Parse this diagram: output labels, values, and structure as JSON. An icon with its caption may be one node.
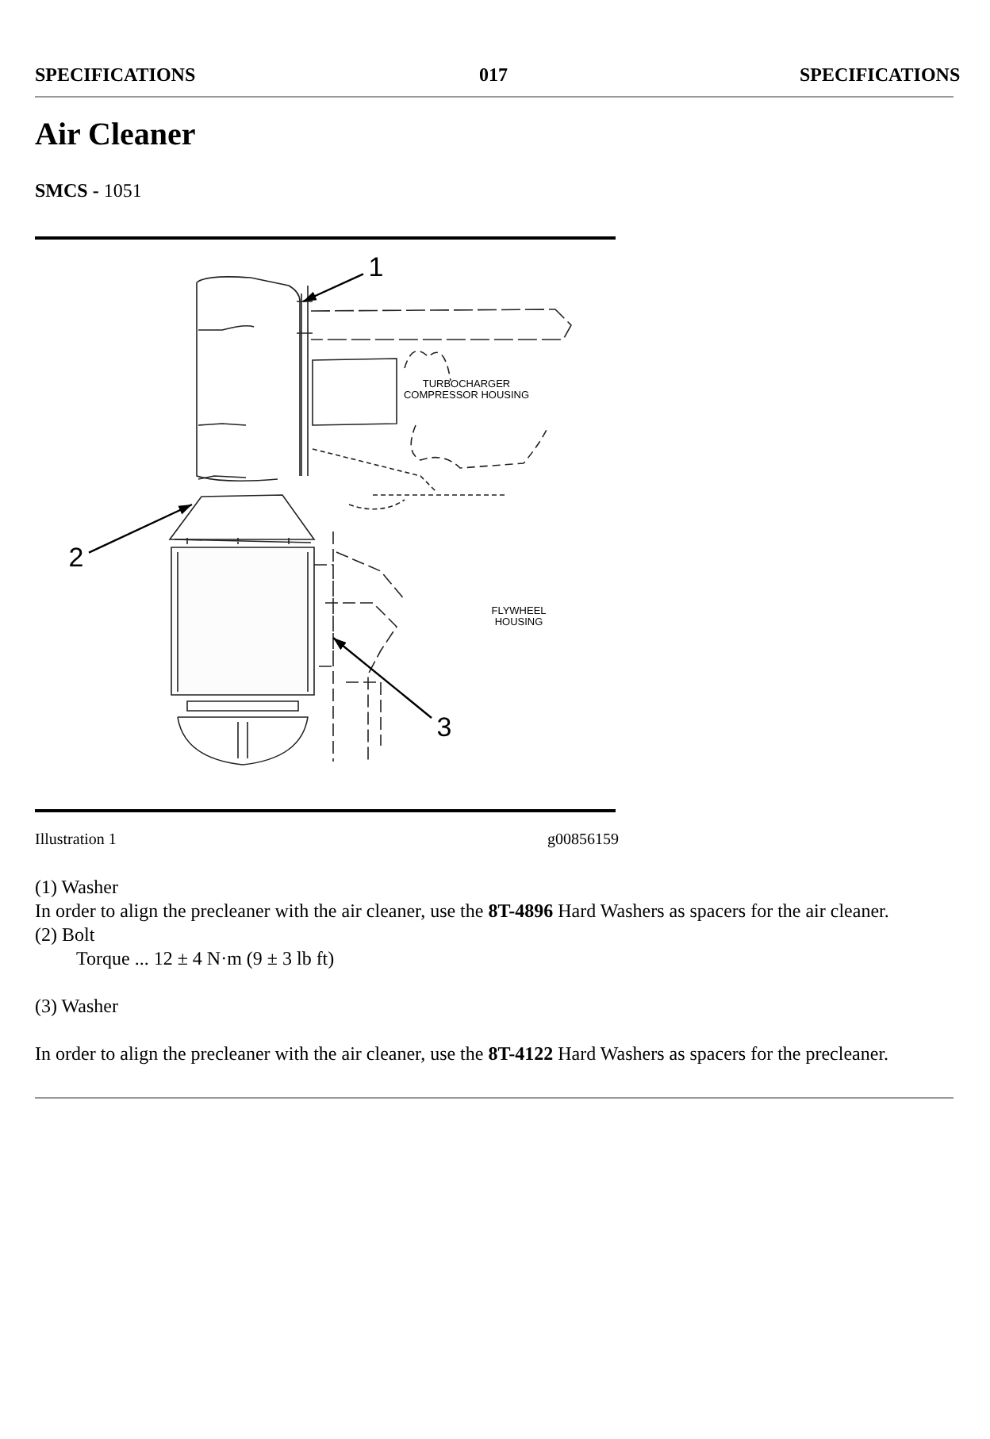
{
  "diagram": {
    "title": "Air Cleaner",
    "nodes": [
      {
        "text": [
          "1"
        ]
      },
      {
        "text": [
          "2"
        ]
      },
      {
        "text": [
          "3"
        ]
      }
    ],
    "edges": [
      {
        "from": 0,
        "to": null,
        "arrow": "to"
      },
      {
        "from": 1,
        "to": null,
        "arrow": "to"
      },
      {
        "from": 2,
        "to": null,
        "arrow": "to"
      }
    ],
    "labels": [
      "SPECIFICATIONS",
      "017",
      "SPECIFICATIONS",
      "**SMCS -** 1051",
      "TURBOCHARGER COMPRESSOR HOUSING",
      "FLYWHEEL HOUSING",
      "Illustration 1",
      "g00856159",
      "(1) Washer",
      "In order to align the precleaner with the air cleaner, use the **8T-4896** Hard Washers as spacers for the air cleaner.",
      "(2) Bolt",
      "Torque ... 12 ± 4 N·m (9 ± 3 lb ft)",
      "(3) Washer",
      "In order to align the precleaner with the air cleaner, use the **8T-4122** Hard Washers as spacers for the precleaner."
    ]
  }
}
